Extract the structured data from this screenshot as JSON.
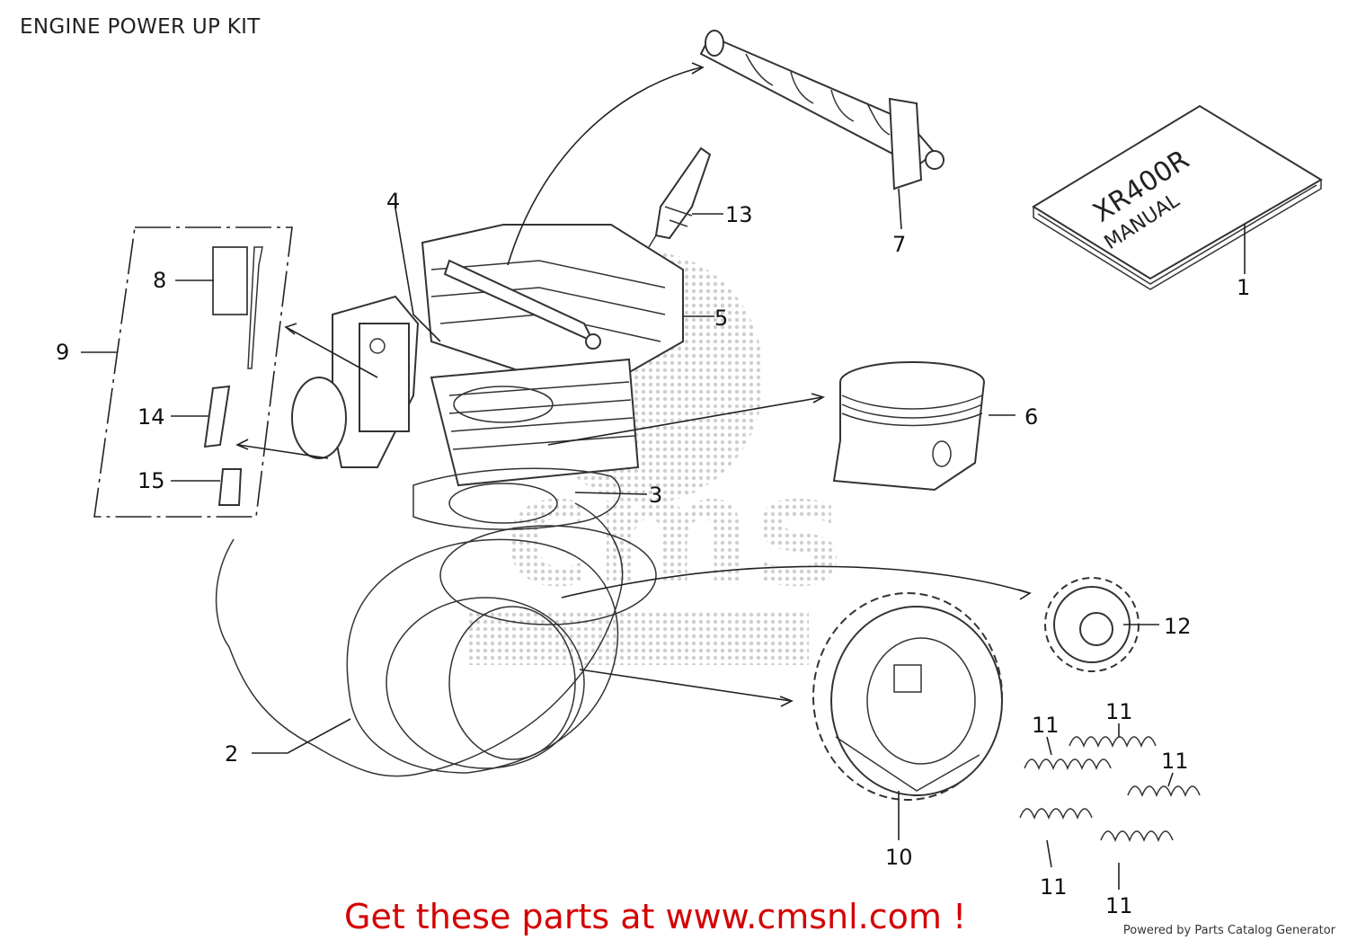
{
  "diagram": {
    "title": "ENGINE POWER UP KIT",
    "manual_text_line1": "XR400R",
    "manual_text_line2": "MANUAL",
    "watermark_text": "cms",
    "callouts": [
      {
        "id": "1",
        "label": "1"
      },
      {
        "id": "2",
        "label": "2"
      },
      {
        "id": "3",
        "label": "3"
      },
      {
        "id": "4",
        "label": "4"
      },
      {
        "id": "5",
        "label": "5"
      },
      {
        "id": "6",
        "label": "6"
      },
      {
        "id": "7",
        "label": "7"
      },
      {
        "id": "8",
        "label": "8"
      },
      {
        "id": "9",
        "label": "9"
      },
      {
        "id": "10",
        "label": "10"
      },
      {
        "id": "11a",
        "label": "11"
      },
      {
        "id": "11b",
        "label": "11"
      },
      {
        "id": "11c",
        "label": "11"
      },
      {
        "id": "11d",
        "label": "11"
      },
      {
        "id": "11e",
        "label": "11"
      },
      {
        "id": "12",
        "label": "12"
      },
      {
        "id": "13",
        "label": "13"
      },
      {
        "id": "14",
        "label": "14"
      },
      {
        "id": "15",
        "label": "15"
      }
    ]
  },
  "footer": {
    "promo_text": "Get these parts at www.cmsnl.com !",
    "powered_by": "Powered by Parts Catalog Generator"
  }
}
